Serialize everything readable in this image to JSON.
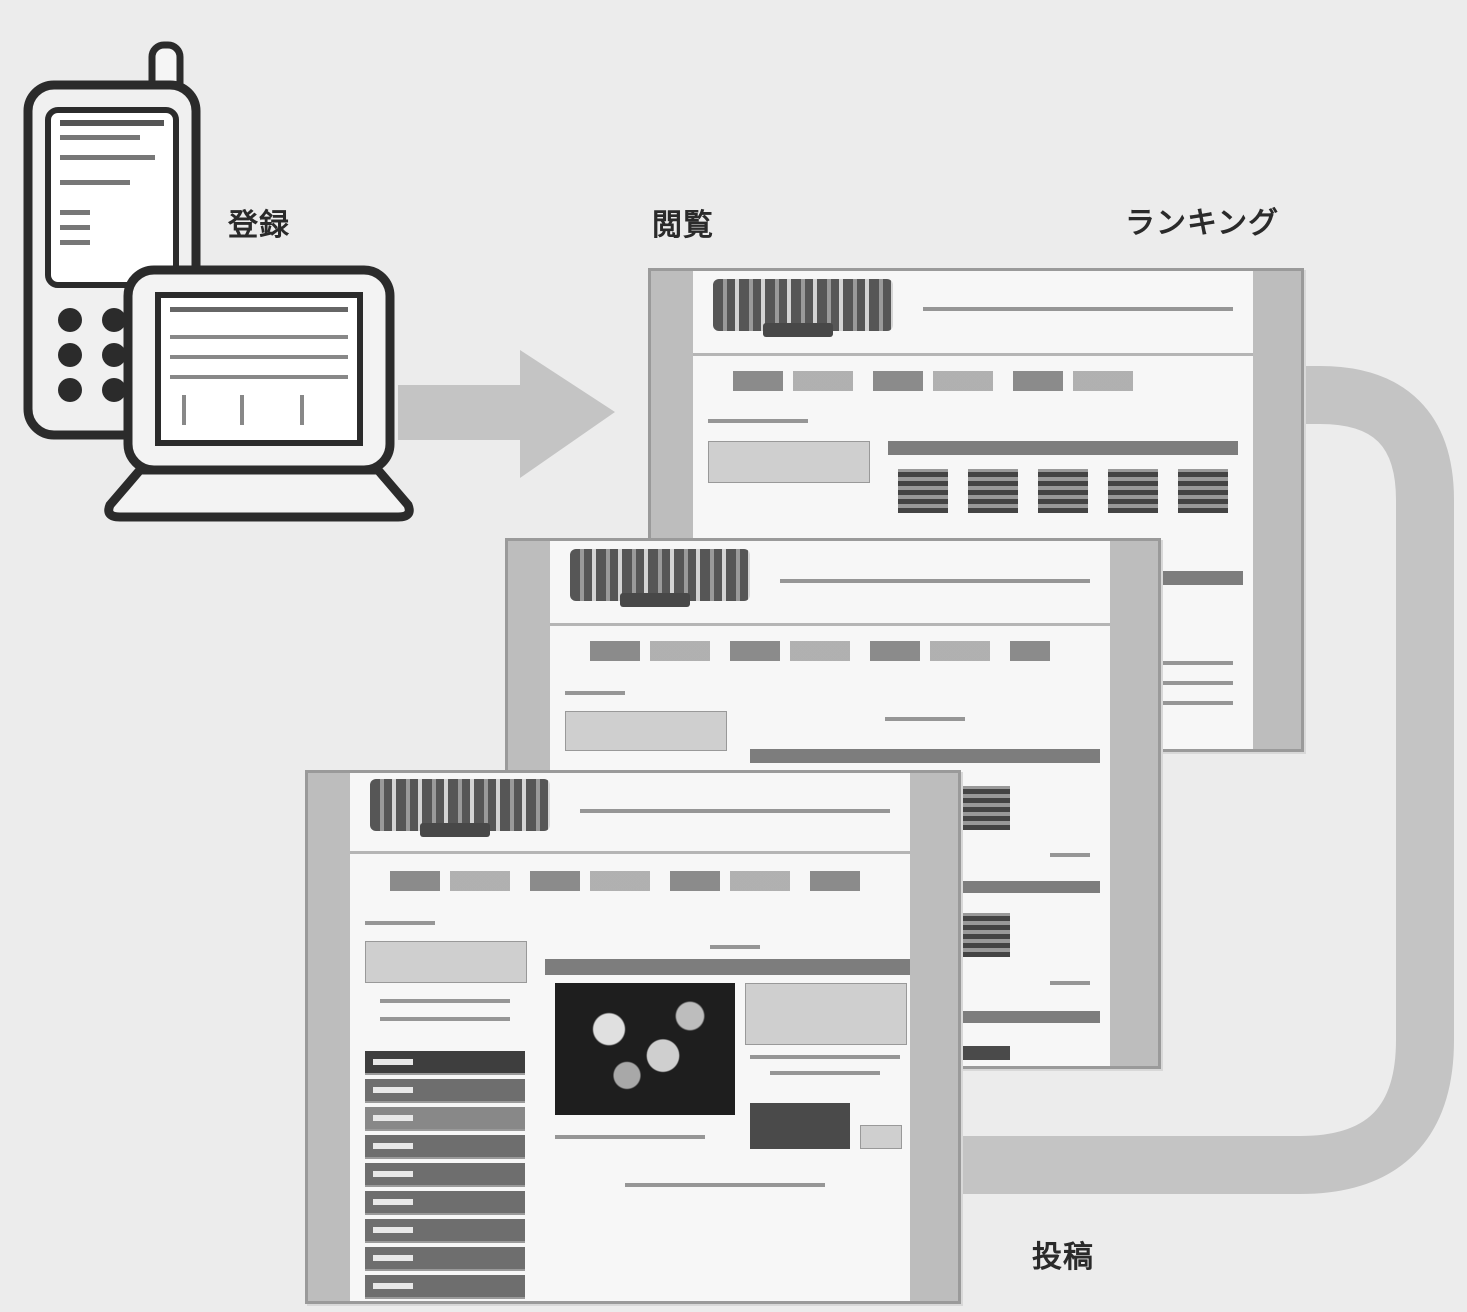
{
  "labels": {
    "register": "登録",
    "view": "閲覧",
    "ranking": "ランキング",
    "post": "投稿"
  },
  "icons": [
    "mobile-phone-icon",
    "pc-monitor-icon",
    "right-arrow-icon",
    "loop-arrow-icon"
  ],
  "colors": {
    "background": "#ececec",
    "arrow": "#c4c4c4",
    "device_outline": "#2b2b2b"
  }
}
